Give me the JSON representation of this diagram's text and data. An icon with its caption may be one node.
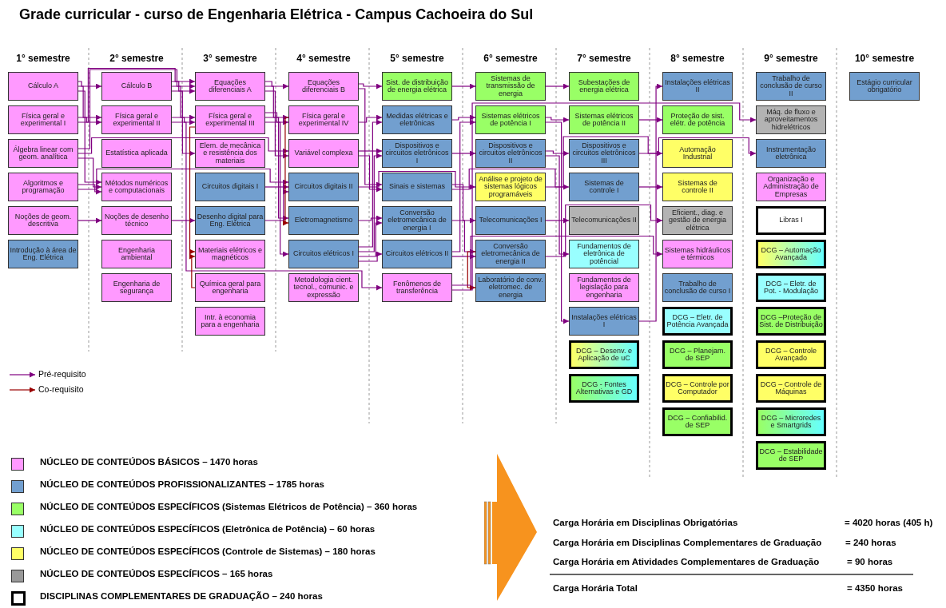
{
  "diagram": {
    "title": "Grade curricular - curso de Engenharia Elétrica - Campus Cachoeira do Sul",
    "nodes": [
      {
        "text": [
          "Cálculo A"
        ]
      },
      {
        "text": [
          "Física geral e experimental I"
        ]
      },
      {
        "text": [
          "Álgebra linear com geom. analítica"
        ]
      },
      {
        "text": [
          "Algoritmos e programação"
        ]
      },
      {
        "text": [
          "Noções de geom. descritiva"
        ]
      },
      {
        "text": [
          "Introdução à área de Eng. Elétrica"
        ]
      },
      {
        "text": [
          "Cálculo B"
        ]
      },
      {
        "text": [
          "Física geral e experimental II"
        ]
      },
      {
        "text": [
          "Estatística aplicada"
        ]
      },
      {
        "text": [
          "Métodos numéricos e computacionais"
        ]
      },
      {
        "text": [
          "Noções de desenho técnico"
        ]
      },
      {
        "text": [
          "Engenharia ambiental"
        ]
      },
      {
        "text": [
          "Engenharia de segurança"
        ]
      },
      {
        "text": [
          "Equações diferenciais A"
        ]
      },
      {
        "text": [
          "Física geral e experimental III"
        ]
      },
      {
        "text": [
          "Elem. de mecânica e resistência dos materiais"
        ]
      },
      {
        "text": [
          "Circuitos digitais I"
        ]
      },
      {
        "text": [
          "Desenho digital para Eng. Elétrica"
        ]
      },
      {
        "text": [
          "Materiais elétricos e magnéticos"
        ]
      },
      {
        "text": [
          "Química geral para engenharia"
        ]
      },
      {
        "text": [
          "Intr. à economia para a engenharia"
        ]
      },
      {
        "text": [
          "Equações diferenciais B"
        ]
      },
      {
        "text": [
          "Física geral e experimental IV"
        ]
      },
      {
        "text": [
          "Variável complexa"
        ]
      },
      {
        "text": [
          "Circuitos digitais II"
        ]
      },
      {
        "text": [
          "Eletromagnetismo"
        ]
      },
      {
        "text": [
          "Circuitos elétricos I"
        ]
      },
      {
        "text": [
          "Metodologia cient. tecnol., comunic. e expressão"
        ]
      },
      {
        "text": [
          "Sist. de distribuição de energia elétrica"
        ]
      },
      {
        "text": [
          "Medidas elétricas e eletrônicas"
        ]
      },
      {
        "text": [
          "Dispositivos e circuitos eletrônicos I"
        ]
      },
      {
        "text": [
          "Sinais e sistemas"
        ]
      },
      {
        "text": [
          "Conversão eletromecânica de energia I"
        ]
      },
      {
        "text": [
          "Circuitos elétricos II"
        ]
      },
      {
        "text": [
          "Fenômenos de transferência"
        ]
      },
      {
        "text": [
          "Sistemas de transmissão de energia"
        ]
      },
      {
        "text": [
          "Sistemas elétricos de potência I"
        ]
      },
      {
        "text": [
          "Dispositivos e circuitos eletrônicos II"
        ]
      },
      {
        "text": [
          "Análise e projeto de sistemas lógicos programáveis"
        ]
      },
      {
        "text": [
          "Telecomunicações I"
        ]
      },
      {
        "text": [
          "Conversão eletromecânica de energia II"
        ]
      },
      {
        "text": [
          "Laboratório de conv. eletromec. de energia"
        ]
      },
      {
        "text": [
          "Subestações de energia elétrica"
        ]
      },
      {
        "text": [
          "Sistemas elétricos de potência II"
        ]
      },
      {
        "text": [
          "Dispositivos e circuitos eletrônicos III"
        ]
      },
      {
        "text": [
          "Sistemas de controle I"
        ]
      },
      {
        "text": [
          "Telecomunicações II"
        ]
      },
      {
        "text": [
          "Fundamentos de eletrônica de potêncial"
        ]
      },
      {
        "text": [
          "Fundamentos de legislação para engenharia"
        ]
      },
      {
        "text": [
          "Instalações elétricas I"
        ]
      },
      {
        "text": [
          "DCG – Desenv. e Aplicação de uC"
        ]
      },
      {
        "text": [
          "DCG - Fontes Alternativas e GD"
        ]
      },
      {
        "text": [
          "Instalações elétricas II"
        ]
      },
      {
        "text": [
          "Proteção de sist. elétr. de potência"
        ]
      },
      {
        "text": [
          "Automação Industrial"
        ]
      },
      {
        "text": [
          "Sistemas de controle II"
        ]
      },
      {
        "text": [
          "Eficient., diag. e gestão de energia elétrica"
        ]
      },
      {
        "text": [
          "Sistemas hidráulicos e térmicos"
        ]
      },
      {
        "text": [
          "Trabalho de conclusão de curso I"
        ]
      },
      {
        "text": [
          "DCG – Eletr. de Potência Avançada"
        ]
      },
      {
        "text": [
          "DCG – Planejam. de SEP"
        ]
      },
      {
        "text": [
          "DCG – Controle por Computador"
        ]
      },
      {
        "text": [
          "DCG – Confiabilid. de SEP"
        ]
      },
      {
        "text": [
          "Trabalho de conclusão de curso II"
        ]
      },
      {
        "text": [
          "Máq. de fluxo e aproveitamentos hidrelétricos"
        ]
      },
      {
        "text": [
          "Instrumentação eletrônica"
        ]
      },
      {
        "text": [
          "Organização e Administração de Empresas"
        ]
      },
      {
        "text": [
          "Libras I"
        ]
      },
      {
        "text": [
          "DCG – Automação Avançada"
        ]
      },
      {
        "text": [
          "DCG – Eletr. de Pot. - Modulação"
        ]
      },
      {
        "text": [
          "DCG –Proteção de Sist. de Distribuição"
        ]
      },
      {
        "text": [
          "DCG – Controle Avançado"
        ]
      },
      {
        "text": [
          "DCG – Controle de Máquinas"
        ]
      },
      {
        "text": [
          "DCG – Microredes e Smartgrids"
        ]
      },
      {
        "text": [
          "DCG – Estabilidade de SEP"
        ]
      },
      {
        "text": [
          "Estágio curricular obrigatório"
        ]
      }
    ],
    "edges": [
      {
        "from": 0,
        "to": 6,
        "arrow": "to"
      },
      {
        "from": 0,
        "to": 7,
        "arrow": "to"
      },
      {
        "from": 0,
        "to": 9,
        "arrow": "to"
      },
      {
        "from": 1,
        "to": 7,
        "arrow": "to"
      },
      {
        "from": 1,
        "to": 13,
        "arrow": "to"
      },
      {
        "from": 2,
        "to": 13,
        "arrow": "to"
      },
      {
        "from": 2,
        "to": 23,
        "arrow": "to"
      },
      {
        "from": 2,
        "to": 9,
        "arrow": "to"
      },
      {
        "from": 3,
        "to": 9,
        "arrow": "to"
      },
      {
        "from": 3,
        "to": 24,
        "arrow": "to"
      },
      {
        "from": 4,
        "to": 10,
        "arrow": "to"
      },
      {
        "from": 6,
        "to": 13,
        "arrow": "to"
      },
      {
        "from": 6,
        "to": 14,
        "arrow": "to"
      },
      {
        "from": 6,
        "to": 15,
        "arrow": "to"
      },
      {
        "from": 7,
        "to": 14,
        "arrow": "to"
      },
      {
        "from": 7,
        "to": 34,
        "arrow": "to"
      },
      {
        "from": 10,
        "to": 17,
        "arrow": "to"
      },
      {
        "from": 13,
        "to": 21,
        "arrow": "to"
      },
      {
        "from": 13,
        "to": 22,
        "arrow": "to"
      },
      {
        "from": 13,
        "to": 23,
        "arrow": "to"
      },
      {
        "from": 14,
        "to": 22,
        "arrow": "to"
      },
      {
        "from": 14,
        "to": 25,
        "arrow": "to"
      },
      {
        "from": 14,
        "to": 26,
        "arrow": "to"
      },
      {
        "from": 14,
        "to": 18,
        "arrow": "to",
        "color": "#990000"
      },
      {
        "from": 19,
        "to": 18,
        "arrow": "to",
        "color": "#990000"
      },
      {
        "from": 16,
        "to": 24,
        "arrow": "to"
      },
      {
        "from": 17,
        "to": 24,
        "arrow": "to"
      },
      {
        "from": 22,
        "to": 25,
        "arrow": "to",
        "color": "#990000"
      },
      {
        "from": 21,
        "to": 28,
        "arrow": "to"
      },
      {
        "from": 21,
        "to": 31,
        "arrow": "to"
      },
      {
        "from": 22,
        "to": 29,
        "arrow": "to"
      },
      {
        "from": 23,
        "to": 30,
        "arrow": "to"
      },
      {
        "from": 23,
        "to": 31,
        "arrow": "to"
      },
      {
        "from": 25,
        "to": 32,
        "arrow": "to"
      },
      {
        "from": 26,
        "to": 29,
        "arrow": "to"
      },
      {
        "from": 26,
        "to": 30,
        "arrow": "to"
      },
      {
        "from": 26,
        "to": 32,
        "arrow": "to"
      },
      {
        "from": 26,
        "to": 33,
        "arrow": "to"
      },
      {
        "from": 24,
        "to": 38,
        "arrow": "to"
      },
      {
        "from": 28,
        "to": 35,
        "arrow": "to"
      },
      {
        "from": 29,
        "to": 36,
        "arrow": "to"
      },
      {
        "from": 33,
        "to": 36,
        "arrow": "to"
      },
      {
        "from": 30,
        "to": 37,
        "arrow": "to"
      },
      {
        "from": 31,
        "to": 39,
        "arrow": "to"
      },
      {
        "from": 32,
        "to": 40,
        "arrow": "to"
      },
      {
        "from": 33,
        "to": 40,
        "arrow": "to"
      },
      {
        "from": 40,
        "to": 41,
        "arrow": "to",
        "color": "#990000"
      },
      {
        "from": 35,
        "to": 42,
        "arrow": "to"
      },
      {
        "from": 36,
        "to": 43,
        "arrow": "to"
      },
      {
        "from": 37,
        "to": 44,
        "arrow": "to"
      },
      {
        "from": 31,
        "to": 45,
        "arrow": "to"
      },
      {
        "from": 39,
        "to": 46,
        "arrow": "to"
      },
      {
        "from": 37,
        "to": 47,
        "arrow": "to"
      },
      {
        "from": 36,
        "to": 49,
        "arrow": "to"
      },
      {
        "from": 43,
        "to": 53,
        "arrow": "to"
      },
      {
        "from": 45,
        "to": 55,
        "arrow": "to"
      },
      {
        "from": 38,
        "to": 54,
        "arrow": "to"
      },
      {
        "from": 40,
        "to": 56,
        "arrow": "to"
      },
      {
        "from": 34,
        "to": 57,
        "arrow": "to"
      },
      {
        "from": 49,
        "to": 52,
        "arrow": "to"
      },
      {
        "from": 34,
        "to": 64,
        "arrow": "to"
      },
      {
        "from": 44,
        "to": 65,
        "arrow": "to"
      }
    ],
    "labels": [
      "1° semestre",
      "2° semestre",
      "3° semestre",
      "4° semestre",
      "5° semestre",
      "6° semestre",
      "7° semestre",
      "8° semestre",
      "9° semestre",
      "10° semestre",
      "Carga Horária em Disciplinas Obrigatórias",
      "= 4020 horas (405 h)",
      "Carga Horária em Disciplinas Complementares de Graduação",
      "= 240 horas",
      "Carga Horária em Atividades Complementares de Graduação",
      "= 90 horas",
      "Carga Horária Total",
      "= 4350 horas"
    ],
    "legend": [
      {
        "text": "Pré-requisito"
      },
      {
        "text": "Co-requisito"
      },
      {
        "text": "NÚCLEO DE CONTEÚDOS BÁSICOS – 1470 horas",
        "color": "#ff99ff"
      },
      {
        "text": "NÚCLEO DE CONTEÚDOS PROFISSIONALIZANTES – 1785 horas",
        "color": "#729fcf"
      },
      {
        "text": "NÚCLEO DE CONTEÚDOS ESPECÍFICOS (Sistemas Elétricos de Potência) – 360 horas",
        "color": "#99ff66"
      },
      {
        "text": "NÚCLEO DE CONTEÚDOS ESPECÍFICOS (Eletrônica de Potência) – 60 horas",
        "color": "#99ffff"
      },
      {
        "text": "NÚCLEO DE CONTEÚDOS ESPECÍFICOS (Controle de Sistemas) – 180 horas",
        "color": "#ffff66"
      },
      {
        "text": "NÚCLEO DE CONTEÚDOS ESPECÍFICOS – 165 horas",
        "color": "#999999"
      },
      {
        "text": "DISCIPLINAS COMPLEMENTARES DE GRADUAÇÃO – 240 horas"
      }
    ]
  }
}
